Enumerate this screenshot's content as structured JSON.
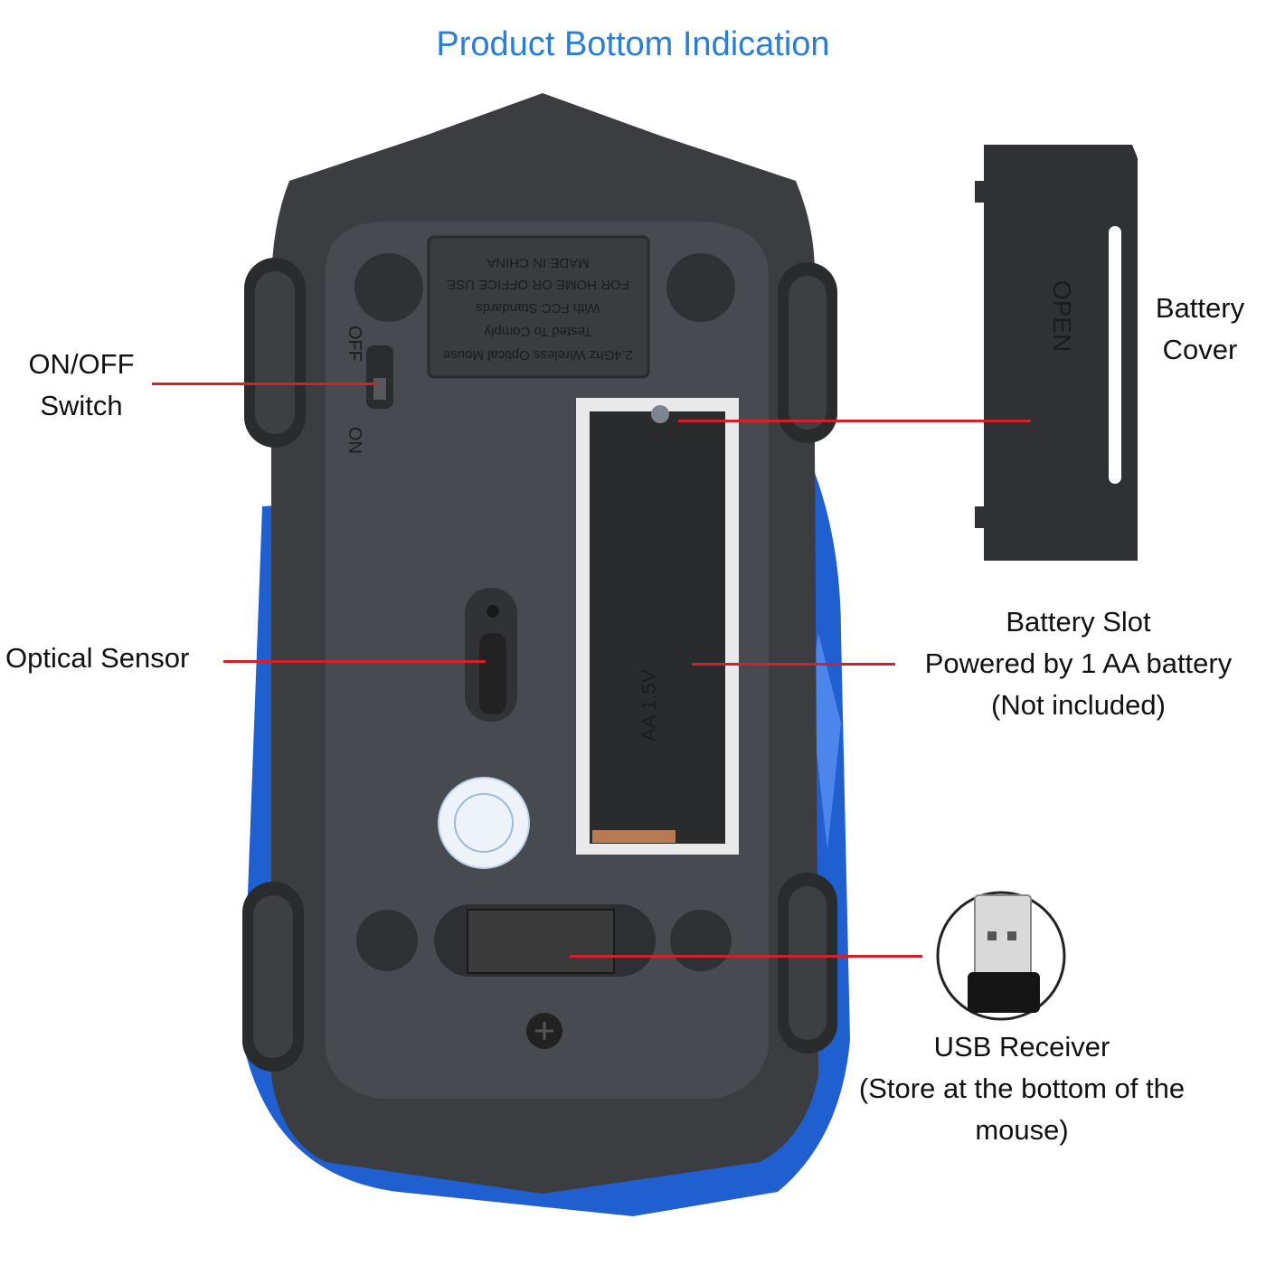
{
  "title": "Product Bottom Indication",
  "labels": {
    "on_off": [
      "ON/OFF",
      "Switch"
    ],
    "optical_sensor": "Optical Sensor",
    "battery_cover": [
      "Battery",
      "Cover"
    ],
    "battery_slot": [
      "Battery Slot",
      "Powered by 1 AA battery",
      "(Not included)"
    ],
    "usb_receiver": [
      "USB Receiver",
      "(Store at the bottom of the",
      "mouse)"
    ]
  },
  "embossed": {
    "switch_on": "ON",
    "switch_off": "OFF",
    "cover_open": "OPEN",
    "battery_text": "AA 1.5V",
    "compliance": [
      "2.4Ghz Wireless Optical Mouse",
      "Tested To Comply",
      "With FCC Standards",
      "FOR HOME OR OFFICE USE",
      "MADE IN CHINA"
    ]
  },
  "colors": {
    "title": "#2a7fd4",
    "leader_line": "#d4202a",
    "mouse_body": "#3b3d40",
    "mouse_shell": "#1f5fd0"
  }
}
